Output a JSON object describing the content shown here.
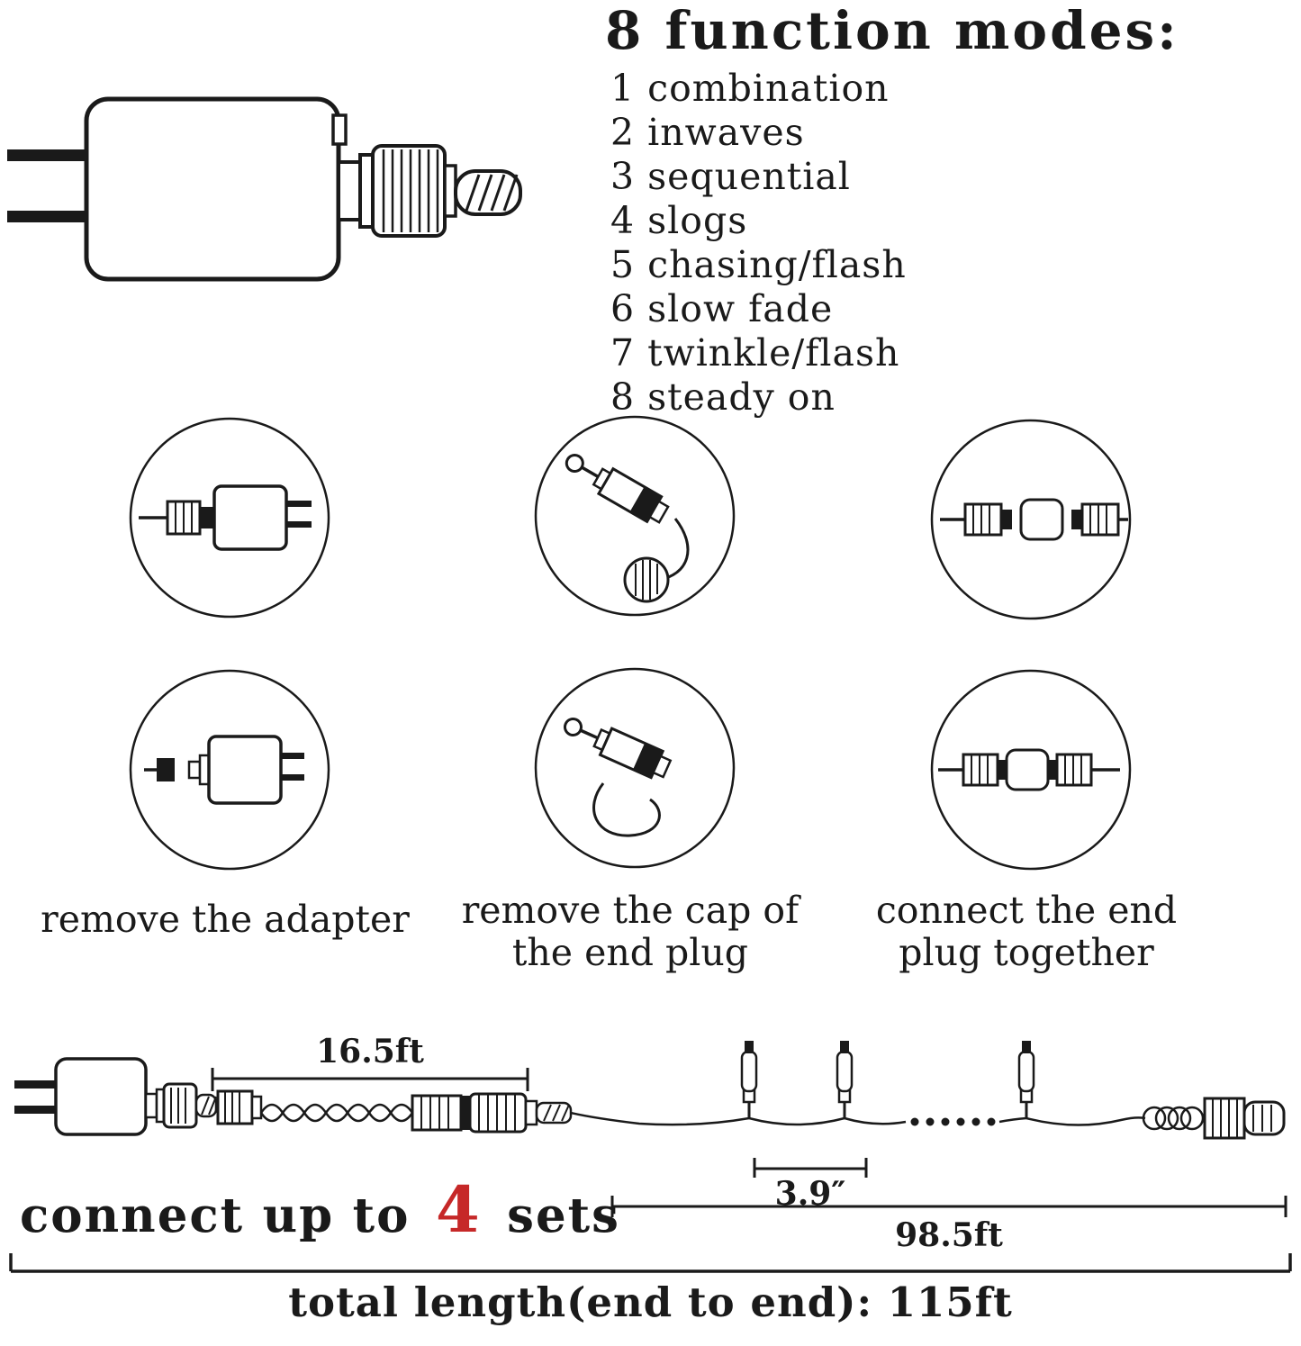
{
  "function_modes": {
    "title": "8 function modes:",
    "items": [
      "1 combination",
      "2 inwaves",
      "3 sequential",
      "4 slogs",
      "5 chasing/flash",
      "6 slow fade",
      "7 twinkle/flash",
      "8 steady on"
    ]
  },
  "steps": [
    {
      "caption": "remove the adapter"
    },
    {
      "caption": "remove the cap of the end plug"
    },
    {
      "caption": "connect the end plug together"
    }
  ],
  "bottom_diagram": {
    "segment1_length": "16.5ft",
    "bulb_spacing": "3.9″",
    "segment2_length": "98.5ft",
    "total_length": "total length(end to end): 115ft",
    "connect_prefix": "connect up to",
    "connect_count": "4",
    "connect_suffix": "sets"
  },
  "colors": {
    "ink": "#1a1a1a",
    "accent_red": "#c62828"
  }
}
